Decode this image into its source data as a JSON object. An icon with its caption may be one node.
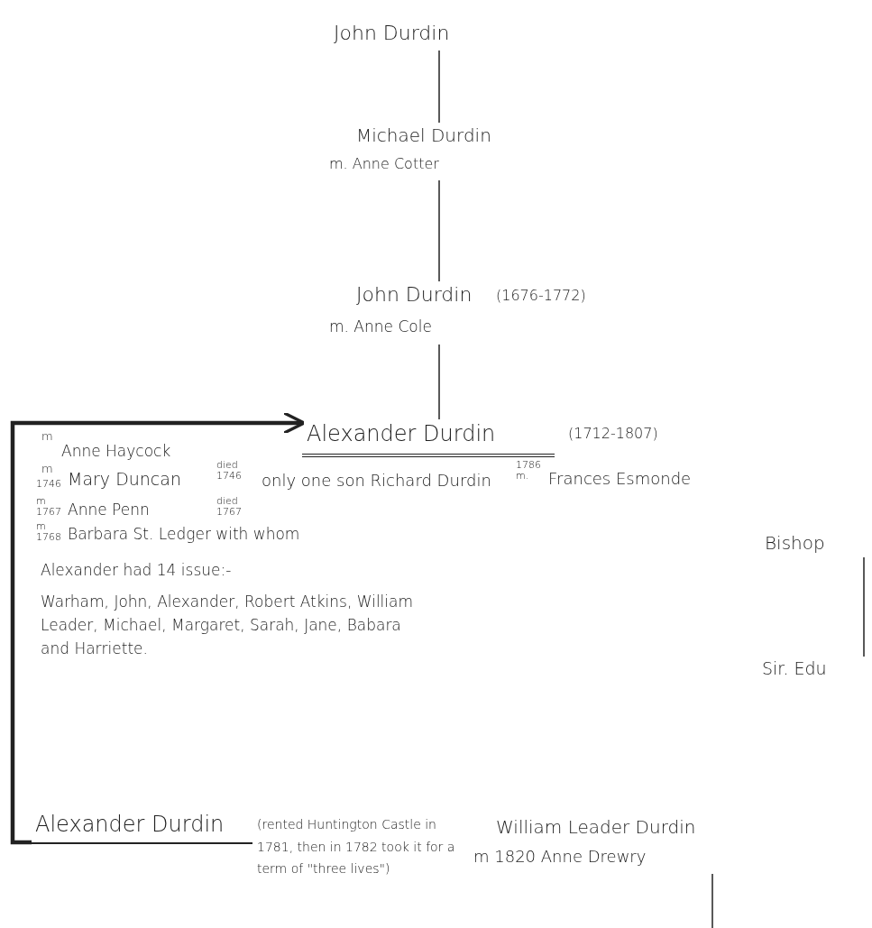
{
  "diagram": {
    "nodes": [
      {
        "text": [
          "John Durdin"
        ]
      },
      {
        "text": [
          "Michael Durdin",
          "m. Anne Cotter"
        ]
      },
      {
        "text": [
          "John Durdin",
          "m. Anne Cole"
        ],
        "beside": [
          "(1676-1772)"
        ]
      },
      {
        "text": [
          "Alexander Durdin"
        ],
        "beside": [
          "(1712-1807)"
        ]
      },
      {
        "text": [
          "Bishop"
        ]
      },
      {
        "text": [
          "Sir. Edu"
        ]
      },
      {
        "text": [
          "Alexander Durdin"
        ],
        "beside": [
          "(rented Huntington Castle in 1781, then in 1782 took it for a term of \"three lives\")"
        ]
      },
      {
        "text": [
          "William Leader Durdin",
          "m 1820 Anne Drewry"
        ]
      }
    ],
    "edges": [
      {
        "from": 0,
        "to": 1,
        "arrow": "none"
      },
      {
        "from": 1,
        "to": 2,
        "arrow": "none"
      },
      {
        "from": 2,
        "to": 3,
        "arrow": "none"
      },
      {
        "from": 6,
        "to": 3,
        "arrow": "to",
        "style": "thick"
      },
      {
        "from": 4,
        "to": 5,
        "arrow": "none"
      },
      {
        "from": 7,
        "to": null,
        "arrow": "none"
      }
    ],
    "labels": [
      "m",
      "Anne Haycock",
      "m",
      "1746",
      "Mary Duncan",
      "died 1746",
      "only one son Richard Durdin",
      "1786 m.",
      "Frances Esmonde",
      "m 1767",
      "Anne Penn",
      "died 1767",
      "m 1768",
      "Barbara St. Ledger with whom",
      "Alexander had 14 issue:-",
      "Warham, John, Alexander, Robert Atkins, William Leader, Michael, Margaret, Sarah, Jane, Babara and Harriette."
    ]
  }
}
